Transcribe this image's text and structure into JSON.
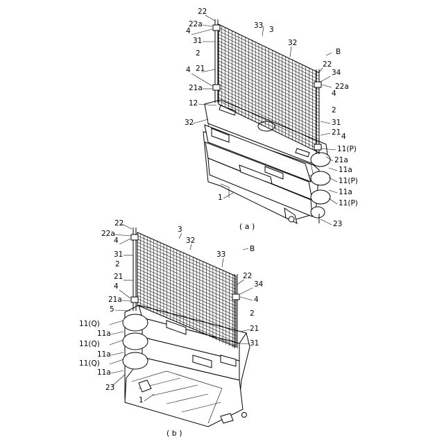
{
  "figure_a": {
    "caption": "( a )",
    "labels": {
      "l22_top": "22",
      "l22a_top": "22a",
      "l4_top": "4",
      "l31_left": "31",
      "l33": "33",
      "l3": "3",
      "l32_top": "32",
      "lB": "B",
      "l2_left": "2",
      "l21_left": "21",
      "l4_mid": "4",
      "l21a_left": "21a",
      "l22_right": "22",
      "l34": "34",
      "l22a_right": "22a",
      "l4_right": "4",
      "l12": "12",
      "l2_right": "2",
      "l32_left": "32",
      "l31_right": "31",
      "l21_right": "21",
      "l4_lower": "4",
      "l11P_1": "11(P)",
      "l21a_right": "21a",
      "l11a_1": "11a",
      "l11a_2": "11a",
      "l11P_2": "11(P)",
      "l11P_3": "11(P)",
      "l1": "1",
      "l23": "23"
    }
  },
  "figure_b": {
    "caption": "( b )",
    "labels": {
      "l22_top": "22",
      "l22a_top": "22a",
      "l3": "3",
      "l32": "32",
      "l4_top": "4",
      "l33": "33",
      "lB": "B",
      "l31": "31",
      "l2_left": "2",
      "l21_left": "21",
      "l4_mid": "4",
      "l22_right": "22",
      "l34": "34",
      "l21a": "21a",
      "l4_right": "4",
      "l5": "5",
      "l2_right": "2",
      "l11Q_1": "11(Q)",
      "l21_right": "21",
      "l11a_1": "11a",
      "l11Q_2": "11(Q)",
      "l31_right": "31",
      "l11a_2": "11a",
      "l11Q_3": "11(Q)",
      "l11a_3": "11a",
      "l23": "23",
      "l1": "1"
    }
  }
}
